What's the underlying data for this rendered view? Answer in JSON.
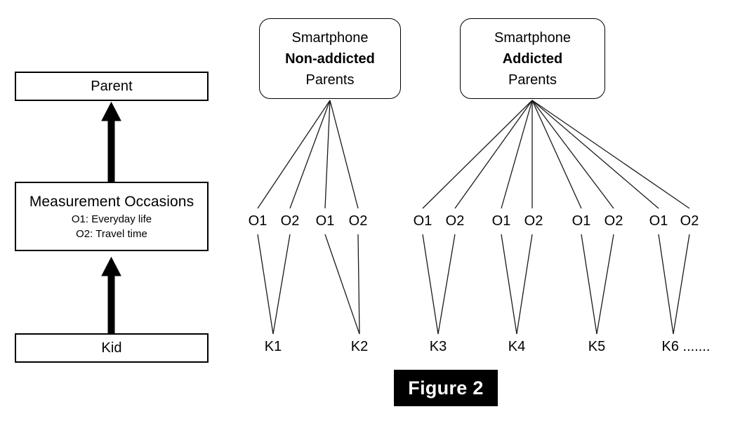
{
  "figure": {
    "caption": "Figure 2",
    "caption_bg": "#000000",
    "caption_fg": "#ffffff"
  },
  "left_hierarchy": {
    "levels": [
      {
        "id": "parent",
        "title": "Parent",
        "sublines": []
      },
      {
        "id": "measurement-occasions",
        "title": "Measurement Occasions",
        "sublines": [
          "O1: Everyday life",
          "O2: Travel time"
        ]
      },
      {
        "id": "kid",
        "title": "Kid",
        "sublines": []
      }
    ],
    "arrows": [
      {
        "from": "measurement-occasions",
        "to": "parent",
        "direction": "up"
      },
      {
        "from": "kid",
        "to": "measurement-occasions",
        "direction": "up"
      }
    ]
  },
  "right_tree": {
    "groups": [
      {
        "id": "non-addicted",
        "line1": "Smartphone",
        "line2": "Non-addicted",
        "line3": "Parents",
        "kids": [
          {
            "label": "K1",
            "occasions": [
              "O1",
              "O2"
            ]
          },
          {
            "label": "K2",
            "occasions": [
              "O1",
              "O2"
            ]
          }
        ]
      },
      {
        "id": "addicted",
        "line1": "Smartphone",
        "line2": "Addicted",
        "line3": "Parents",
        "kids": [
          {
            "label": "K3",
            "occasions": [
              "O1",
              "O2"
            ]
          },
          {
            "label": "K4",
            "occasions": [
              "O1",
              "O2"
            ]
          },
          {
            "label": "K5",
            "occasions": [
              "O1",
              "O2"
            ]
          },
          {
            "label": "K6 .......",
            "occasions": [
              "O1",
              "O2"
            ]
          }
        ]
      }
    ]
  },
  "occasion_labels": {
    "g0k0o0": "O1",
    "g0k0o1": "O2",
    "g0k1o0": "O1",
    "g0k1o1": "O2",
    "g1k0o0": "O1",
    "g1k0o1": "O2",
    "g1k1o0": "O1",
    "g1k1o1": "O2",
    "g1k2o0": "O1",
    "g1k2o1": "O2",
    "g1k3o0": "O1",
    "g1k3o1": "O2"
  },
  "kid_labels": {
    "g0k0": "K1",
    "g0k1": "K2",
    "g1k0": "K3",
    "g1k1": "K4",
    "g1k2": "K5",
    "g1k3": "K6 ......."
  },
  "colors": {
    "stroke": "#000000",
    "background": "#ffffff",
    "thin_line": "#1a1a1a"
  }
}
